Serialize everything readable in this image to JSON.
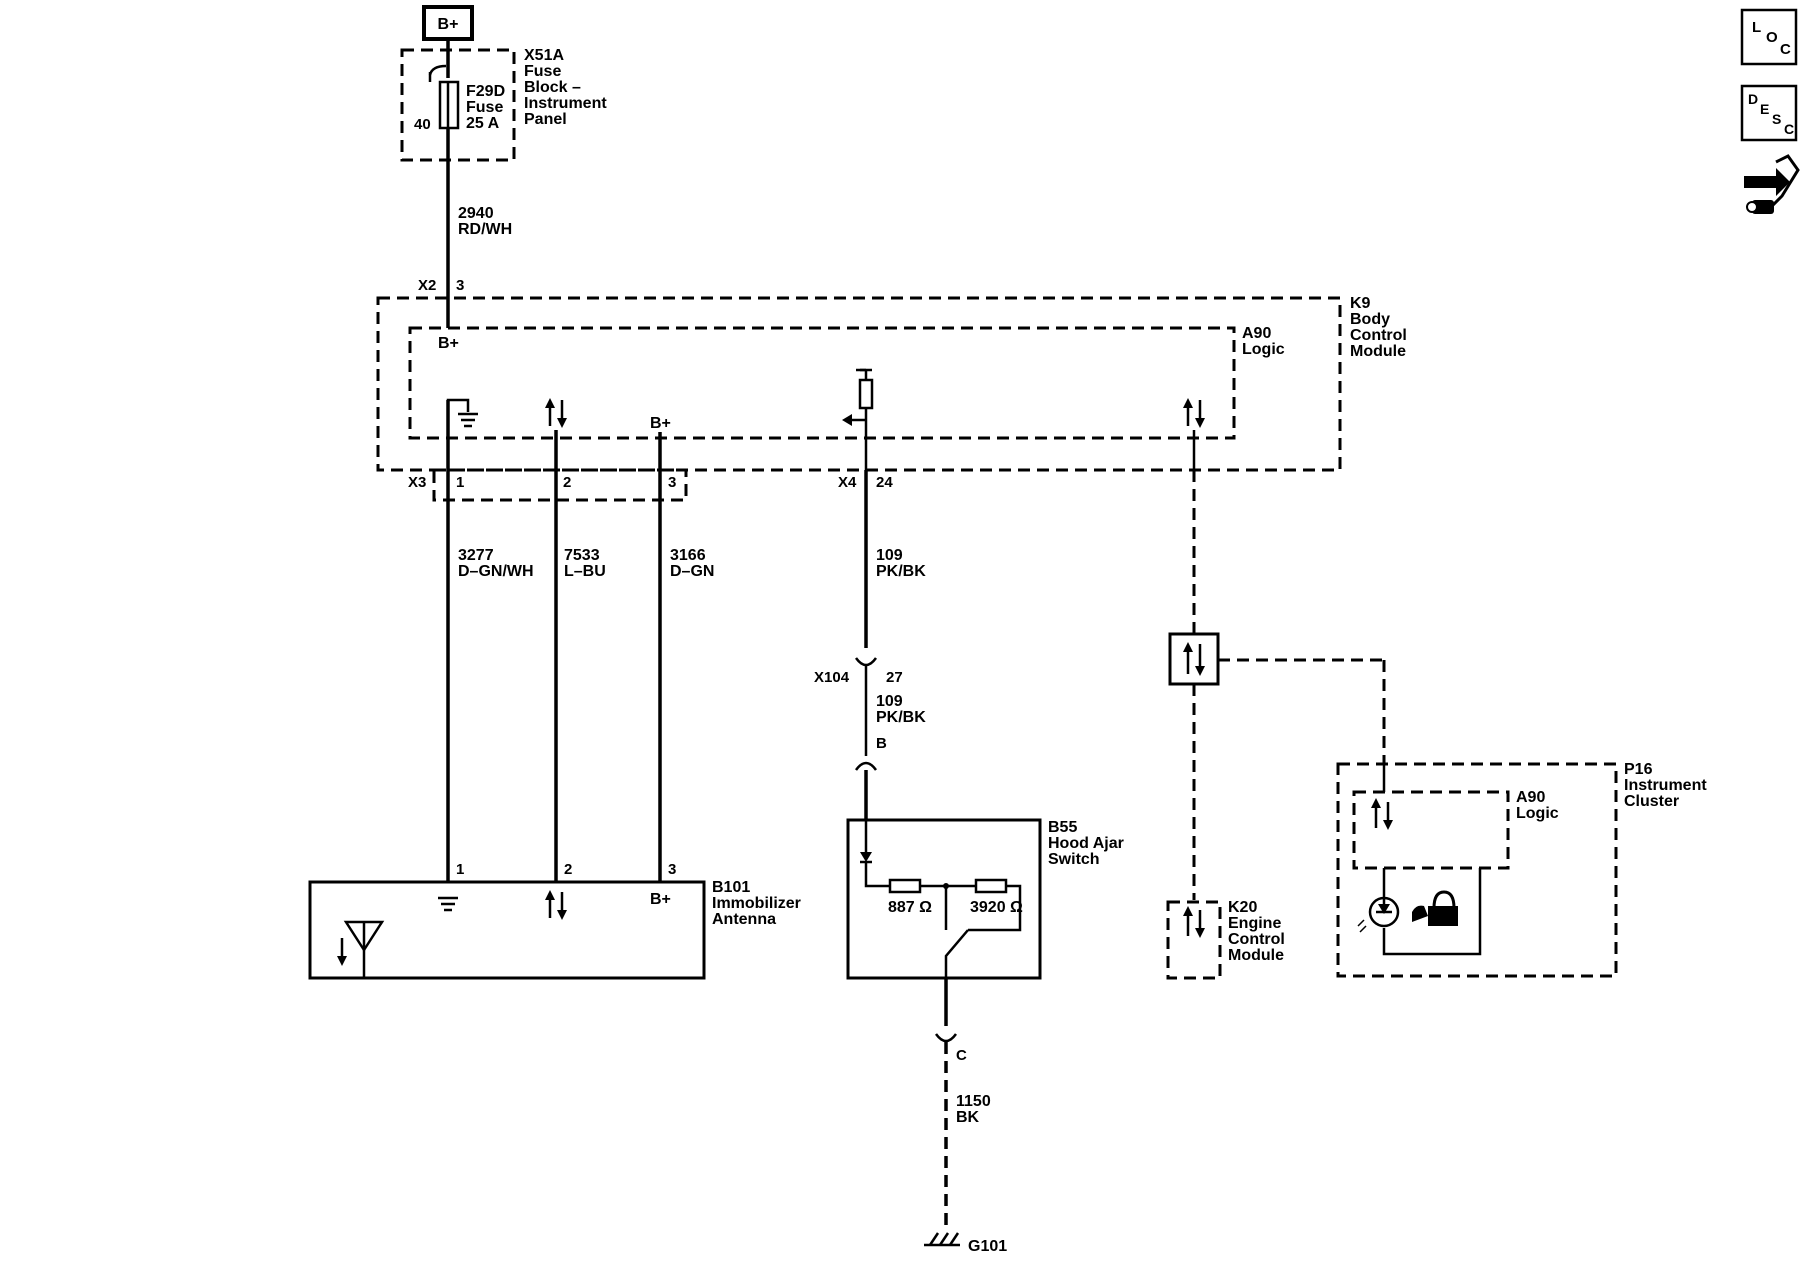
{
  "power": {
    "bplus": "B+"
  },
  "fuse_block": {
    "id": "X51A",
    "name_1": "Fuse",
    "name_2": "Block –",
    "name_3": "Instrument",
    "name_4": "Panel",
    "fuse_id": "F29D",
    "fuse_label": "Fuse",
    "fuse_rating": "25 A",
    "fuse_pin": "40"
  },
  "wire_2940": {
    "circuit": "2940",
    "color": "RD/WH"
  },
  "bcm": {
    "id": "K9",
    "name_1": "Body",
    "name_2": "Control",
    "name_3": "Module",
    "logic_id": "A90",
    "logic_label": "Logic",
    "conn_x2": "X2",
    "pin_x2_3": "3",
    "bplus_in": "B+",
    "bplus_out": "B+",
    "conn_x3": "X3",
    "pin_x3_1": "1",
    "pin_x3_2": "2",
    "pin_x3_3": "3",
    "conn_x4": "X4",
    "pin_x4_24": "24"
  },
  "wires": {
    "w3277": {
      "circuit": "3277",
      "color": "D–GN/WH"
    },
    "w7533": {
      "circuit": "7533",
      "color": "L–BU"
    },
    "w3166": {
      "circuit": "3166",
      "color": "D–GN"
    },
    "w109a": {
      "circuit": "109",
      "color": "PK/BK"
    },
    "w109b": {
      "circuit": "109",
      "color": "PK/BK"
    },
    "w1150": {
      "circuit": "1150",
      "color": "BK"
    }
  },
  "inline": {
    "x104": "X104",
    "x104_pin": "27",
    "b_pin": "B",
    "c_pin": "C"
  },
  "immobilizer": {
    "id": "B101",
    "name_1": "Immobilizer",
    "name_2": "Antenna",
    "pin1": "1",
    "pin2": "2",
    "pin3": "3",
    "bplus": "B+"
  },
  "hood_switch": {
    "id": "B55",
    "name_1": "Hood Ajar",
    "name_2": "Switch",
    "r1": "887 Ω",
    "r2": "3920 Ω"
  },
  "ground": {
    "id": "G101"
  },
  "ecm": {
    "id": "K20",
    "name_1": "Engine",
    "name_2": "Control",
    "name_3": "Module"
  },
  "ipc": {
    "id": "P16",
    "name_1": "Instrument",
    "name_2": "Cluster",
    "logic_id": "A90",
    "logic_label": "Logic"
  },
  "side_icons": {
    "loc": [
      "L",
      "O",
      "C"
    ],
    "desc": [
      "D",
      "E",
      "S",
      "C"
    ],
    "repair": "repair-icon"
  }
}
